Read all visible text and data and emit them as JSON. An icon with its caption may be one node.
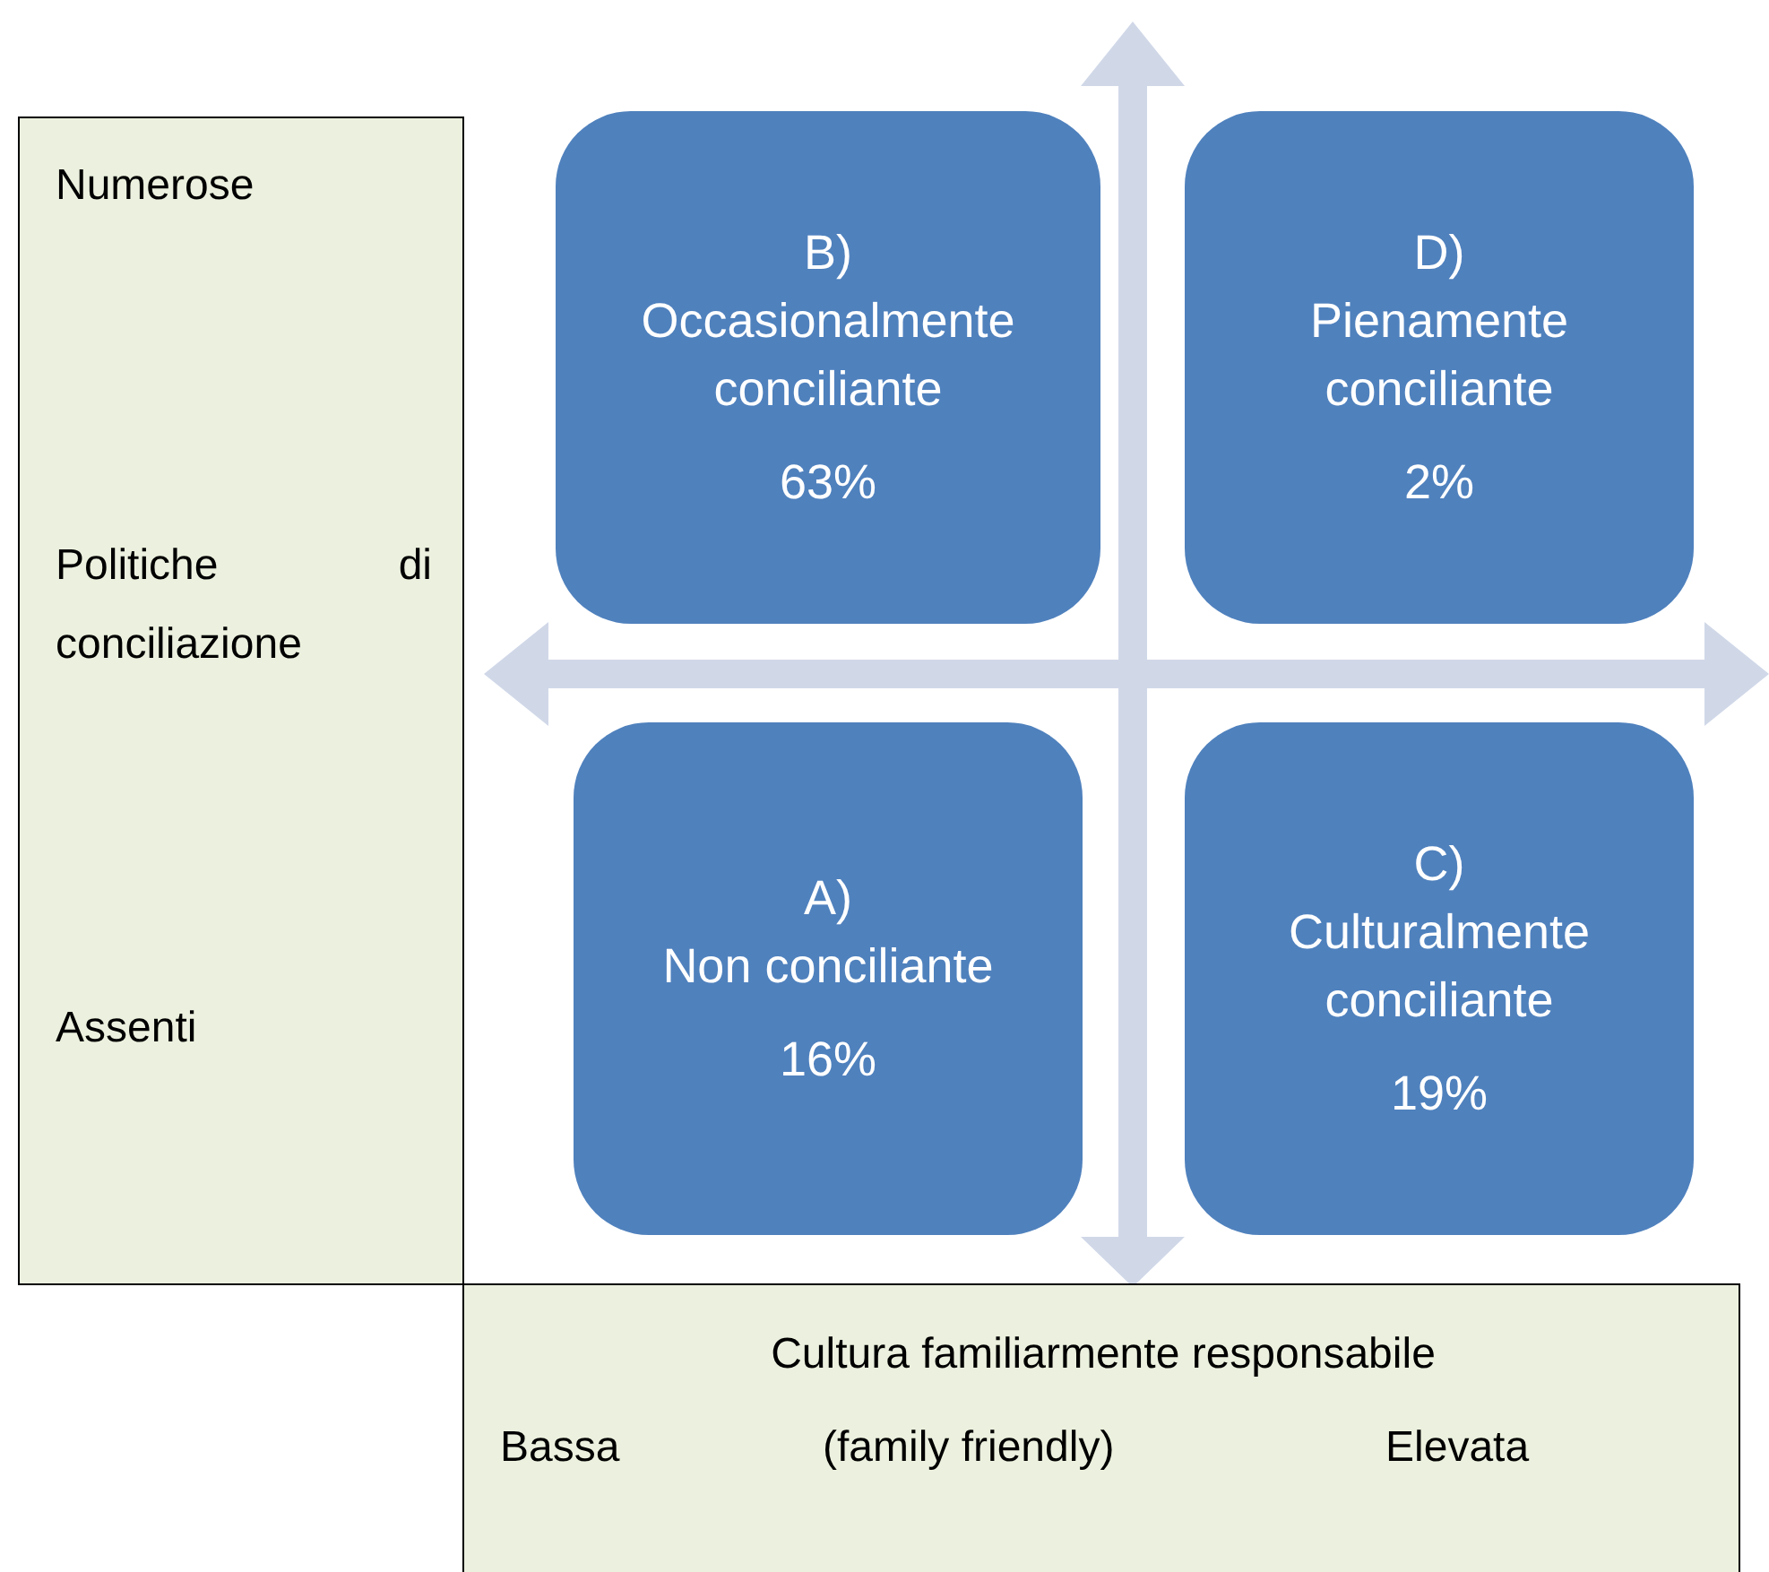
{
  "diagram": {
    "nodes": [
      {
        "text": [
          "Numerose",
          "Politiche di conciliazione",
          "Assenti"
        ]
      },
      {
        "text": [
          "Cultura familiarmente responsabile",
          "Bassa",
          "(family friendly)",
          "Elevata"
        ]
      },
      {
        "text": [
          "B)",
          "Occasionalmente conciliante",
          "63%"
        ]
      },
      {
        "text": [
          "D)",
          "Pienamente conciliante",
          "2%"
        ]
      },
      {
        "text": [
          "A)",
          "Non conciliante",
          "16%"
        ]
      },
      {
        "text": [
          "C)",
          "Culturalmente conciliante",
          "19%"
        ]
      }
    ],
    "edges": []
  }
}
